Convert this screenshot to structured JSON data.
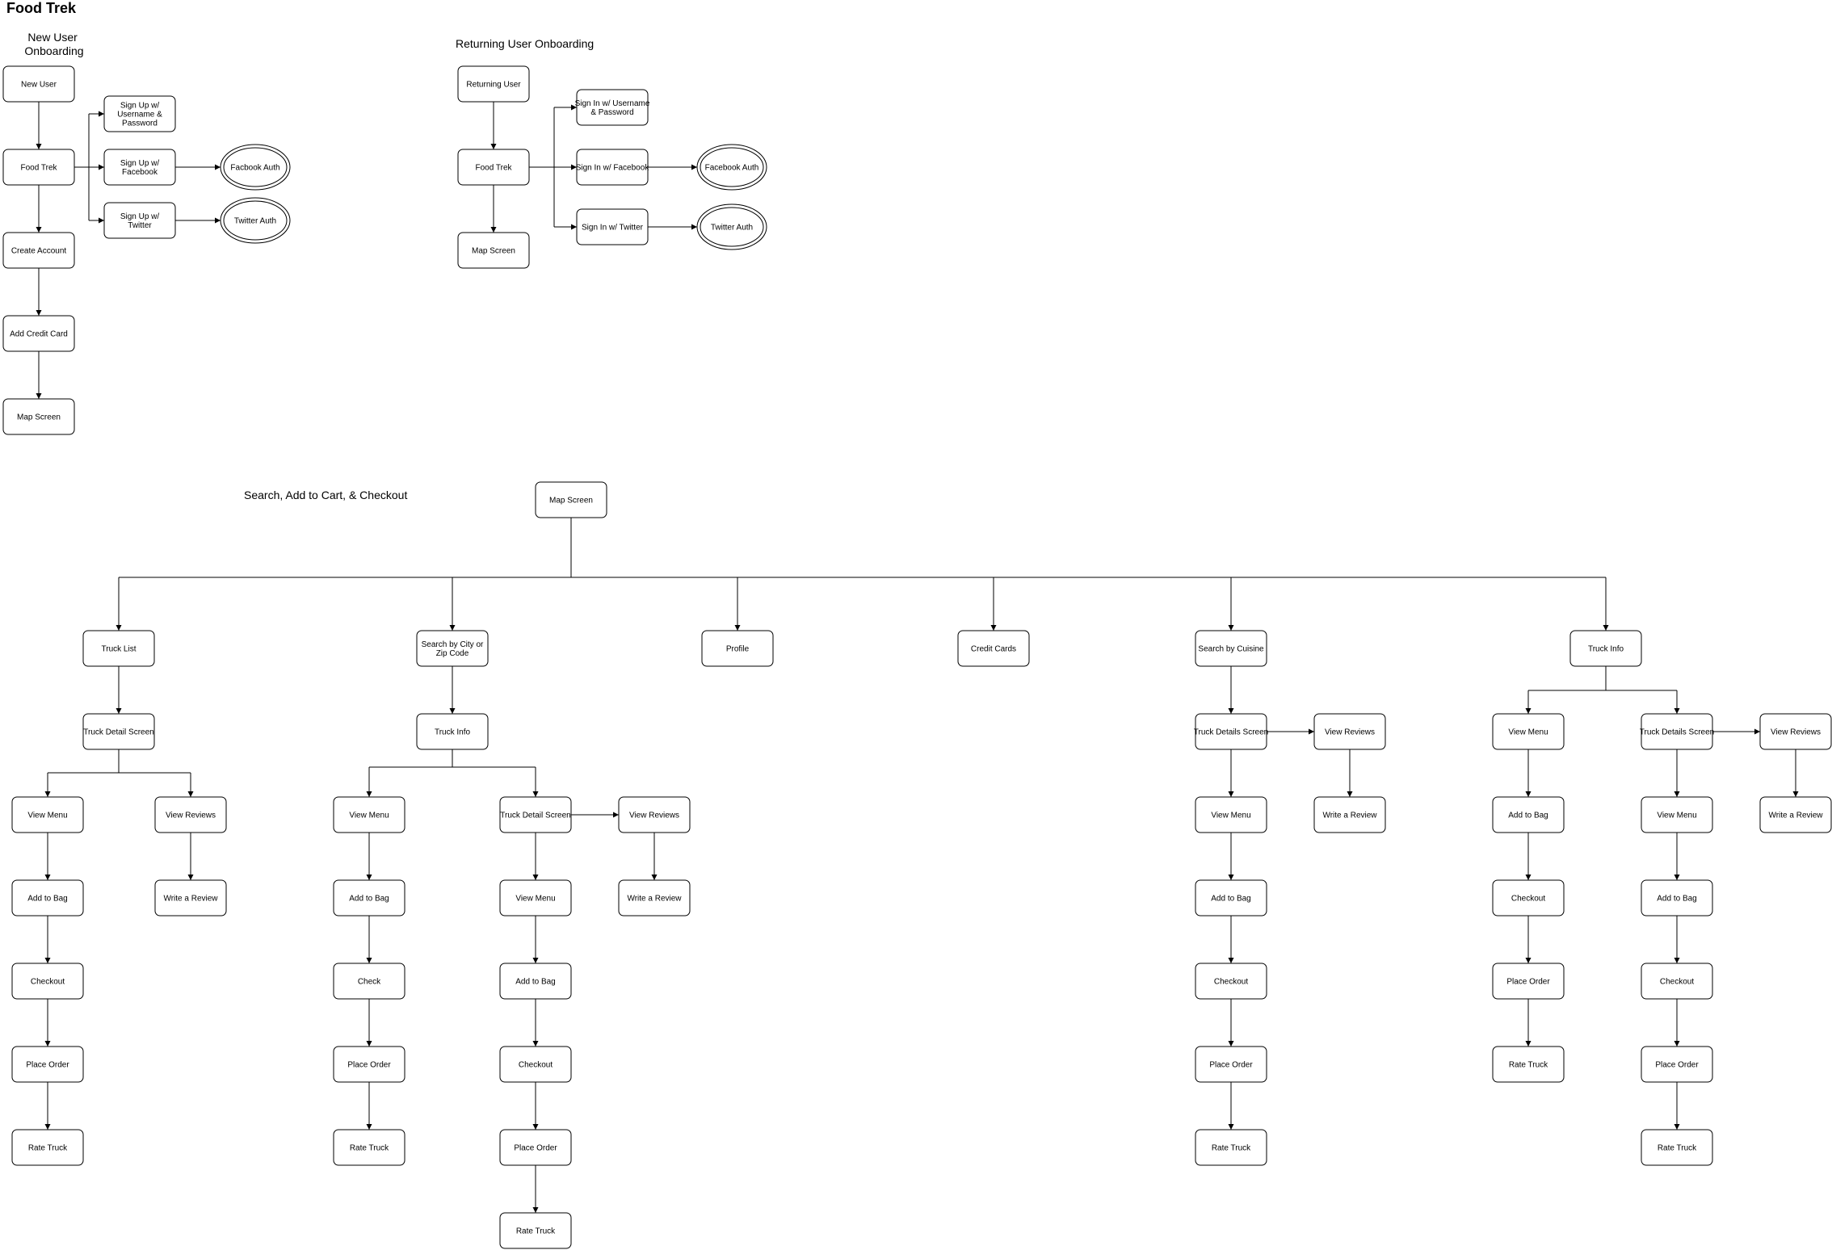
{
  "title": "Food Trek",
  "sections": {
    "new_user": [
      "New User",
      "Onboarding"
    ],
    "returning_user": "Returning User Onboarding",
    "search": "Search, Add to Cart, & Checkout"
  },
  "nodes": {
    "nu_new_user": [
      "New User"
    ],
    "nu_food_trek": [
      "Food Trek"
    ],
    "nu_create_account": [
      "Create Account"
    ],
    "nu_add_credit_card": [
      "Add Credit Card"
    ],
    "nu_map_screen": [
      "Map Screen"
    ],
    "nu_signup_user": [
      "Sign Up w/",
      "Username &",
      "Password"
    ],
    "nu_signup_fb": [
      "Sign Up w/",
      "Facebook"
    ],
    "nu_signup_tw": [
      "Sign Up w/",
      "Twitter"
    ],
    "nu_fb_auth": [
      "Facbook Auth"
    ],
    "nu_tw_auth": [
      "Twitter Auth"
    ],
    "ru_returning_user": [
      "Returning User"
    ],
    "ru_food_trek": [
      "Food Trek"
    ],
    "ru_map_screen": [
      "Map Screen"
    ],
    "ru_signin_user": [
      "Sign In w/ Username",
      "& Password"
    ],
    "ru_signin_fb": [
      "Sign In w/ Facebook"
    ],
    "ru_signin_tw": [
      "Sign In w/ Twitter"
    ],
    "ru_fb_auth": [
      "Facebook Auth"
    ],
    "ru_tw_auth": [
      "Twitter Auth"
    ],
    "s_map_screen": [
      "Map Screen"
    ],
    "s_truck_list": [
      "Truck List"
    ],
    "s_search_city": [
      "Search by City or",
      "Zip Code"
    ],
    "s_profile": [
      "Profile"
    ],
    "s_credit_cards": [
      "Credit Cards"
    ],
    "s_search_cuisine": [
      "Search by Cuisine"
    ],
    "s_truck_info_top": [
      "Truck Info"
    ],
    "a_truck_detail": [
      "Truck Detail Screen"
    ],
    "a_view_menu": [
      "View Menu"
    ],
    "a_view_reviews": [
      "View Reviews"
    ],
    "a_add_to_bag": [
      "Add to Bag"
    ],
    "a_write_review": [
      "Write a Review"
    ],
    "a_checkout": [
      "Checkout"
    ],
    "a_place_order": [
      "Place Order"
    ],
    "a_rate_truck": [
      "Rate Truck"
    ],
    "b_truck_info": [
      "Truck Info"
    ],
    "b_view_menu": [
      "View Menu"
    ],
    "b_add_to_bag": [
      "Add to Bag"
    ],
    "b_check": [
      "Check"
    ],
    "b_place_order": [
      "Place Order"
    ],
    "b_rate_truck": [
      "Rate Truck"
    ],
    "b_truck_detail": [
      "Truck Detail Screen"
    ],
    "b_view_reviews": [
      "View Reviews"
    ],
    "b_write_review": [
      "Write a Review"
    ],
    "b2_view_menu": [
      "View Menu"
    ],
    "b2_add_to_bag": [
      "Add to Bag"
    ],
    "b2_checkout": [
      "Checkout"
    ],
    "b2_place_order": [
      "Place Order"
    ],
    "b2_rate_truck": [
      "Rate Truck"
    ],
    "c_truck_details": [
      "Truck Details Screen"
    ],
    "c_view_reviews": [
      "View Reviews"
    ],
    "c_write_review": [
      "Write a Review"
    ],
    "c_view_menu": [
      "View Menu"
    ],
    "c_add_to_bag": [
      "Add to Bag"
    ],
    "c_checkout": [
      "Checkout"
    ],
    "c_place_order": [
      "Place Order"
    ],
    "c_rate_truck": [
      "Rate Truck"
    ],
    "d_view_menu": [
      "View Menu"
    ],
    "d_add_to_bag": [
      "Add to Bag"
    ],
    "d_checkout": [
      "Checkout"
    ],
    "d_place_order": [
      "Place Order"
    ],
    "d_rate_truck": [
      "Rate Truck"
    ],
    "d_truck_details": [
      "Truck Details Screen"
    ],
    "d_view_reviews": [
      "View Reviews"
    ],
    "d_write_review": [
      "Write a Review"
    ],
    "d2_view_menu": [
      "View Menu"
    ],
    "d2_add_to_bag": [
      "Add to Bag"
    ],
    "d2_checkout": [
      "Checkout"
    ],
    "d2_place_order": [
      "Place Order"
    ],
    "d2_rate_truck": [
      "Rate Truck"
    ]
  }
}
